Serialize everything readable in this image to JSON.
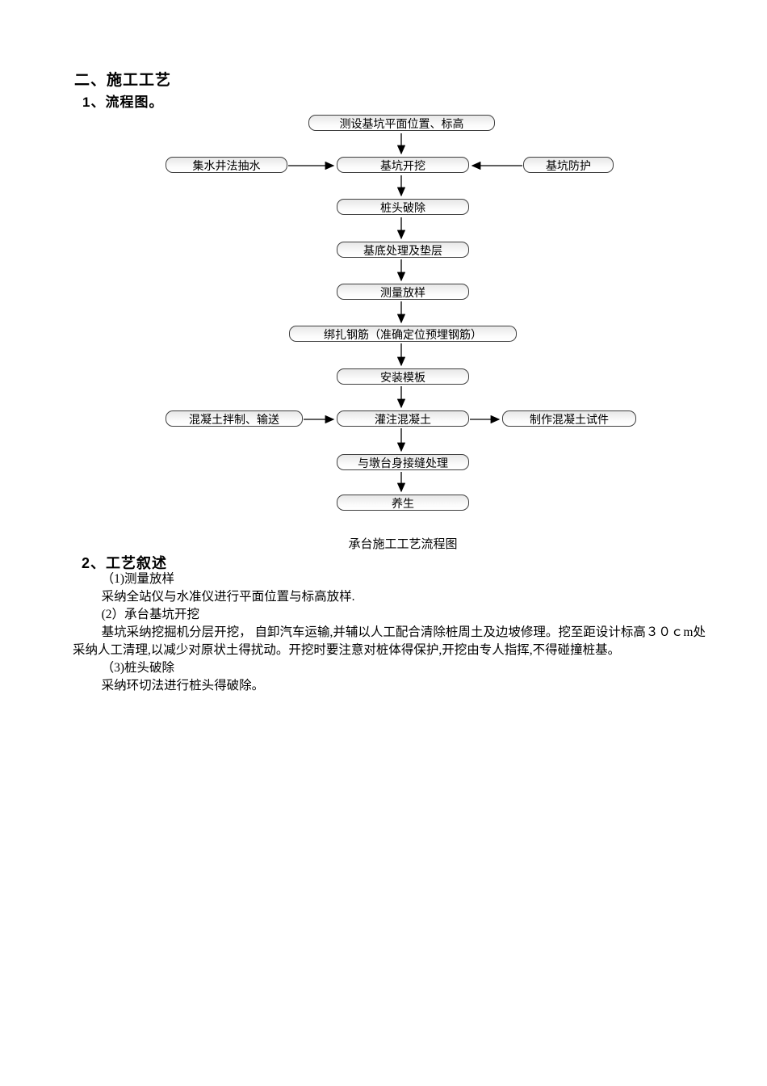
{
  "document": {
    "section_heading": "二、施工工艺",
    "sub_heading_1": "1、流程图。",
    "flowchart_caption": "承台施工工艺流程图",
    "sub_heading_2": "2、工艺叙述"
  },
  "flowchart": {
    "boxes": [
      {
        "label": "测设基坑平面位置、标高"
      },
      {
        "label": "集水井法抽水"
      },
      {
        "label": "基坑开挖"
      },
      {
        "label": "基坑防护"
      },
      {
        "label": "桩头破除"
      },
      {
        "label": "基底处理及垫层"
      },
      {
        "label": "测量放样"
      },
      {
        "label": "绑扎钢筋（准确定位预埋钢筋）"
      },
      {
        "label": "安装模板"
      },
      {
        "label": "混凝土拌制、输送"
      },
      {
        "label": "灌注混凝土"
      },
      {
        "label": "制作混凝土试件"
      },
      {
        "label": "与墩台身接缝处理"
      },
      {
        "label": "养生"
      }
    ]
  },
  "body_text": {
    "paragraphs": [
      "（1)测量放样",
      "采纳全站仪与水准仪进行平面位置与标高放样.",
      "(2）承台基坑开挖",
      "基坑采纳挖掘机分层开挖， 自卸汽车运输,并辅以人工配合清除桩周土及边坡修理。挖至距设计标高３０ｃm处采纳人工清理,以减少对原状土得扰动。开挖时要注意对桩体得保护,开挖由专人指挥,不得碰撞桩基。",
      "（3)桩头破除",
      "采纳环切法进行桩头得破除。"
    ]
  }
}
